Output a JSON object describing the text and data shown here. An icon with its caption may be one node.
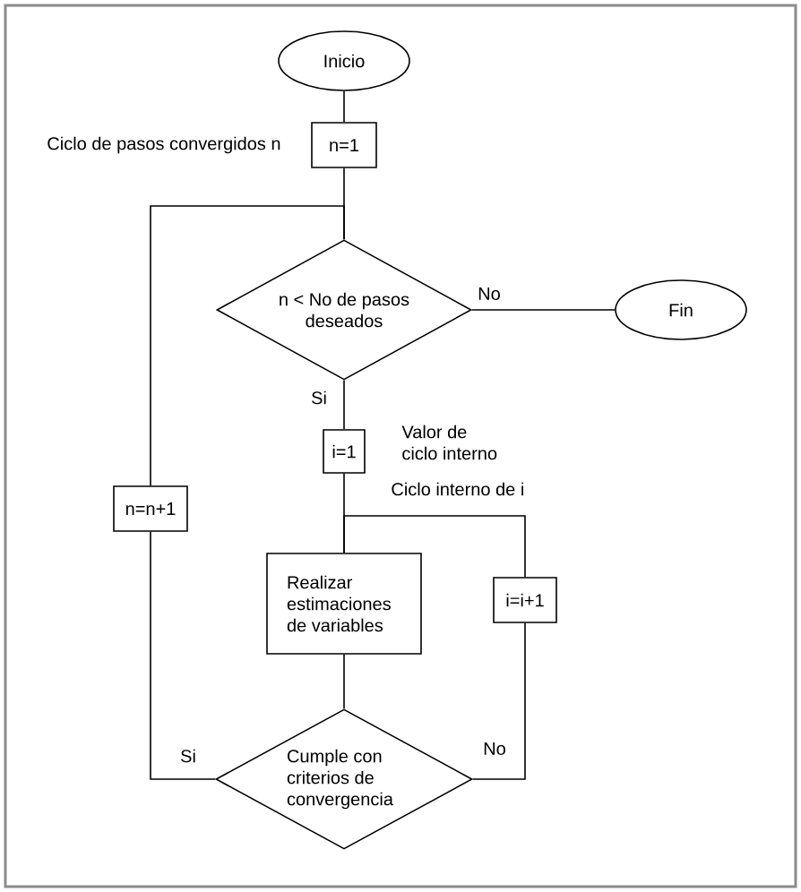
{
  "diagram": {
    "nodes": [
      {
        "text": [
          "Inicio"
        ]
      },
      {
        "text": [
          "n=1"
        ],
        "beside": [
          "Ciclo de pasos convergidos n"
        ]
      },
      {
        "text": [
          "n < No de pasos deseados"
        ]
      },
      {
        "text": [
          "Fin"
        ]
      },
      {
        "text": [
          "i=1"
        ],
        "beside": [
          "Valor de ciclo interno"
        ]
      },
      {
        "text": [
          "Realizar estimaciones de variables"
        ]
      },
      {
        "text": [
          "i=i+1"
        ]
      },
      {
        "text": [
          "Cumple con criterios de convergencia"
        ]
      },
      {
        "text": [
          "n=n+1"
        ]
      }
    ],
    "edges": [
      {
        "from": 0,
        "to": 1,
        "arrow": "none"
      },
      {
        "from": 1,
        "to": 2,
        "arrow": "none"
      },
      {
        "from": 2,
        "to": 3,
        "arrow": "none",
        "label": "No"
      },
      {
        "from": 2,
        "to": 4,
        "arrow": "none",
        "label": "Si"
      },
      {
        "from": 4,
        "to": 5,
        "arrow": "none"
      },
      {
        "from": 5,
        "to": 7,
        "arrow": "none"
      },
      {
        "from": 7,
        "to": 6,
        "arrow": "none",
        "label": "No"
      },
      {
        "from": 6,
        "to": 5,
        "arrow": "none"
      },
      {
        "from": 7,
        "to": 8,
        "arrow": "none",
        "label": "Si"
      },
      {
        "from": 8,
        "to": 2,
        "arrow": "none"
      }
    ],
    "labels": [
      "Ciclo interno de i"
    ]
  }
}
